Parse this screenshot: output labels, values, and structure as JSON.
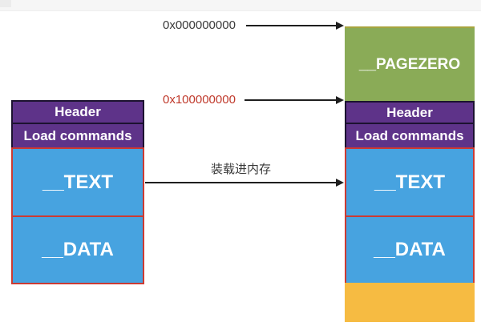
{
  "diagram": {
    "left_column": {
      "segments": [
        {
          "label": "Header"
        },
        {
          "label": "Load commands"
        },
        {
          "label": "__TEXT"
        },
        {
          "label": "__DATA"
        }
      ]
    },
    "right_column": {
      "segments": [
        {
          "label": "__PAGEZERO"
        },
        {
          "label": "Header"
        },
        {
          "label": "Load commands"
        },
        {
          "label": "__TEXT"
        },
        {
          "label": "__DATA"
        },
        {
          "label": ""
        }
      ]
    },
    "annotations": {
      "address_top": "0x000000000",
      "address_base": "0x100000000",
      "load_text": "装载进内存"
    }
  },
  "colors": {
    "purple": "#5e3389",
    "blue": "#47a3e0",
    "green": "#8aab57",
    "orange": "#f6bb42",
    "dark-border": "#1c1230",
    "red-border": "#cc3b33",
    "olive-border": "#a7a43f",
    "arrow": "#1e1e1e",
    "label-dark": "#3a3a3a",
    "addr-red": "#c0392b"
  }
}
